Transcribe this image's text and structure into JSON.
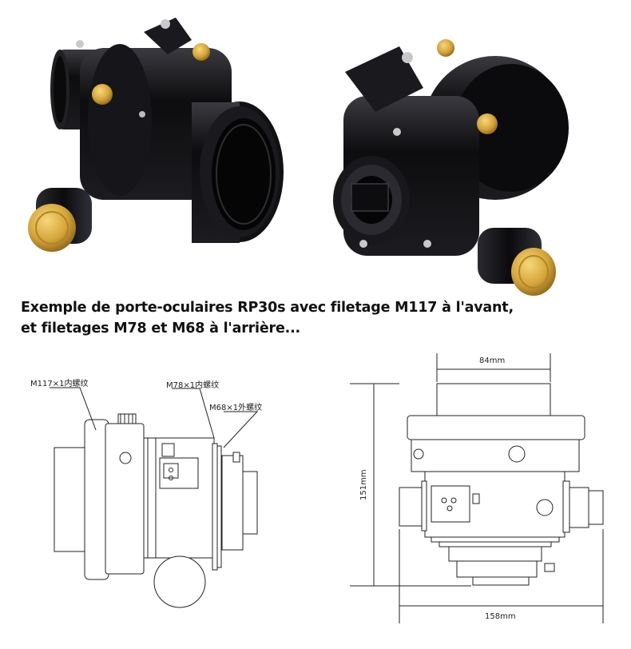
{
  "caption": {
    "line1": "Exemple de porte-oculaires RP30s avec filetage M117 à l'avant,",
    "line2": "et filetages M78 et M68 à l'arrière..."
  },
  "side_view": {
    "thread_front": "M117×1内螺纹",
    "thread_rear": "M78×1内螺纹",
    "thread_back": "M68×1外螺纹"
  },
  "front_view": {
    "width_top": "84mm",
    "height": "151mm",
    "width_bottom": "158mm"
  },
  "colors": {
    "body_black": "#0d0d0f",
    "brass": "#d4a43a"
  }
}
